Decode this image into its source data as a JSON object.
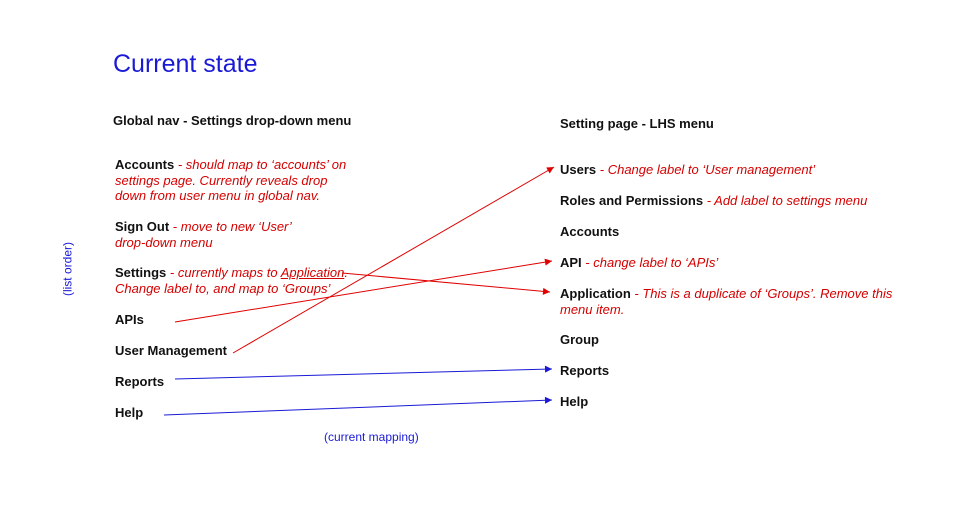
{
  "title": "Current state",
  "side_label": "(list order)",
  "caption": "(current mapping)",
  "colors": {
    "title": "#1a1ad6",
    "note": "#d40000",
    "arrow_change": "#e00000",
    "arrow_current": "#1a1ad6"
  },
  "global_nav": {
    "header": "Global nav - Settings drop-down menu",
    "items": [
      {
        "label": "Accounts",
        "note_lines": [
          "- should map to ‘accounts’ on",
          "settings page. Currently reveals drop",
          "down from user menu in global nav."
        ]
      },
      {
        "label": "Sign Out",
        "note_lines": [
          "- move to new ‘User’",
          "drop-down menu"
        ]
      },
      {
        "label": "Settings",
        "note_pre": "- currently maps to ",
        "note_link": "Application",
        "note_post": ".",
        "note_line2": "Change label to, and map to ‘Groups’"
      },
      {
        "label": "APIs"
      },
      {
        "label": "User Management"
      },
      {
        "label": "Reports"
      },
      {
        "label": "Help"
      }
    ]
  },
  "settings_page": {
    "header": "Setting page - LHS menu",
    "items": [
      {
        "label": "Users",
        "note": "- Change label to ‘User management’"
      },
      {
        "label": "Roles and Permissions",
        "note": "- Add label to settings menu"
      },
      {
        "label": "Accounts"
      },
      {
        "label": "API",
        "note": "- change label to ‘APIs’"
      },
      {
        "label": "Application",
        "note_lines": [
          "- This is a duplicate of ‘Groups’. Remove this",
          "menu item."
        ]
      },
      {
        "label": "Group"
      },
      {
        "label": "Reports"
      },
      {
        "label": "Help"
      }
    ]
  },
  "mappings": [
    {
      "from": "Settings",
      "to": "Application",
      "kind": "change"
    },
    {
      "from": "APIs",
      "to": "API",
      "kind": "change"
    },
    {
      "from": "User Management",
      "to": "Users",
      "kind": "change"
    },
    {
      "from": "Reports",
      "to": "Reports",
      "kind": "current"
    },
    {
      "from": "Help",
      "to": "Help",
      "kind": "current"
    }
  ]
}
